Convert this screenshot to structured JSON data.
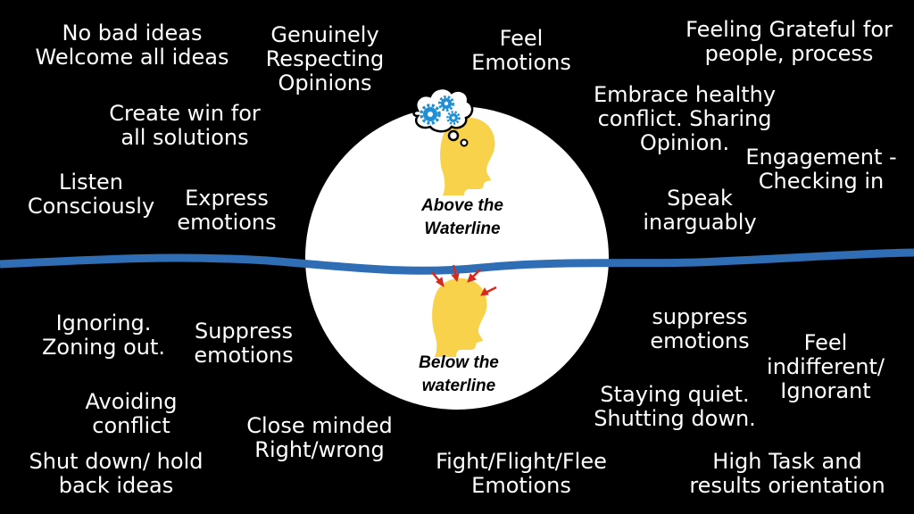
{
  "colors": {
    "background": "#000000",
    "text": "#ffffff",
    "circle": "#ffffff",
    "waterline": "#2f6db5",
    "head": "#f7d24a",
    "gear": "#1f8fd6",
    "arrow": "#d62a1f"
  },
  "above": {
    "caption_line1": "Above the",
    "caption_line2": "Waterline",
    "phrases": [
      {
        "l1": "No bad ideas",
        "l2": "Welcome all ideas"
      },
      {
        "l1": "Genuinely",
        "l2": "Respecting",
        "l3": "Opinions"
      },
      {
        "l1": "Feel",
        "l2": "Emotions"
      },
      {
        "l1": "Feeling Grateful for",
        "l2": "people, process"
      },
      {
        "l1": "Create win for",
        "l2": "all solutions"
      },
      {
        "l1": "Embrace healthy",
        "l2": "conflict. Sharing",
        "l3": "Opinion."
      },
      {
        "l1": "Engagement -",
        "l2": "Checking in"
      },
      {
        "l1": "Listen",
        "l2": "Consciously"
      },
      {
        "l1": "Express",
        "l2": "emotions"
      },
      {
        "l1": "Speak",
        "l2": "inarguably"
      }
    ]
  },
  "below": {
    "caption_line1": "Below the",
    "caption_line2": "waterline",
    "phrases": [
      {
        "l1": "Ignoring.",
        "l2": "Zoning out."
      },
      {
        "l1": "Suppress",
        "l2": "emotions"
      },
      {
        "l1": "suppress",
        "l2": "emotions"
      },
      {
        "l1": "Feel",
        "l2": "indifferent/",
        "l3": "Ignorant"
      },
      {
        "l1": "Avoiding",
        "l2": "conflict"
      },
      {
        "l1": "Staying quiet.",
        "l2": "Shutting down."
      },
      {
        "l1": "Close minded",
        "l2": "Right/wrong"
      },
      {
        "l1": "Shut down/ hold",
        "l2": "back ideas"
      },
      {
        "l1": "Fight/Flight/Flee",
        "l2": "Emotions"
      },
      {
        "l1": "High Task and",
        "l2": "results orientation"
      }
    ]
  }
}
